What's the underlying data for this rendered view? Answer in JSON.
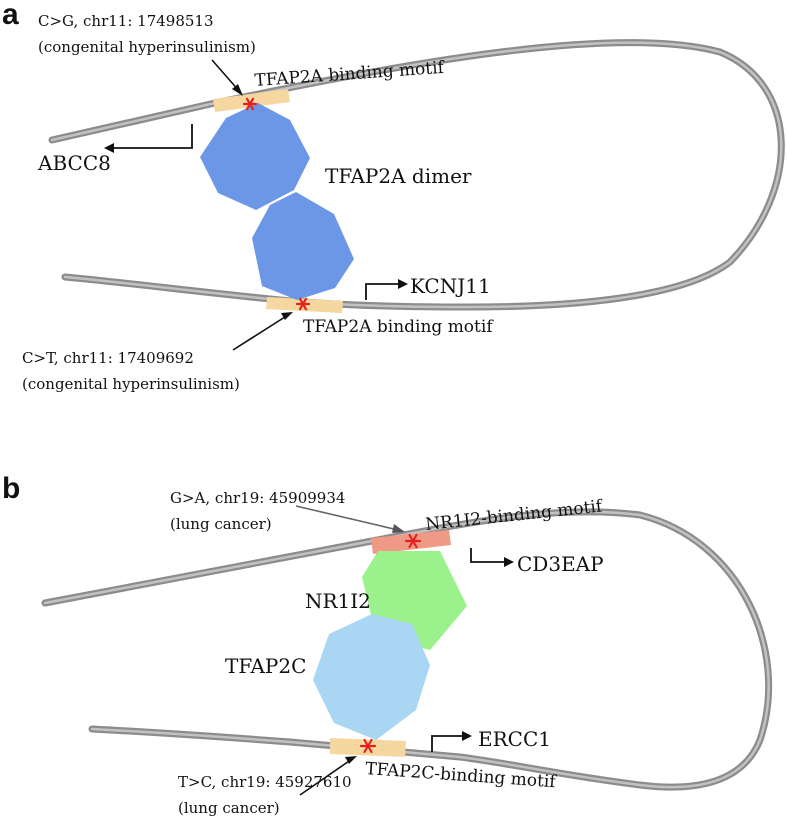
{
  "panel_a": {
    "letter": "a",
    "top_mutation": {
      "line1": "C>G, chr11: 17498513",
      "line2": "(congenital hyperinsulinism)"
    },
    "top_motif_label": "TFAP2A binding motif",
    "gene_left": "ABCC8",
    "protein_label": "TFAP2A dimer",
    "gene_right": "KCNJ11",
    "bottom_motif_label": "TFAP2A binding motif",
    "bottom_mutation": {
      "line1": "C>T, chr11: 17409692",
      "line2": "(congenital hyperinsulinism)"
    }
  },
  "panel_b": {
    "letter": "b",
    "top_mutation": {
      "line1": "G>A, chr19: 45909934",
      "line2": "(lung cancer)"
    },
    "top_motif_label": "NR1I2-binding motif",
    "gene_top": "CD3EAP",
    "protein_top": "NR1I2",
    "protein_bottom": "TFAP2C",
    "gene_bottom": "ERCC1",
    "bottom_motif_label": "TFAP2C-binding motif",
    "bottom_mutation": {
      "line1": "T>C, chr19: 45927610",
      "line2": "(lung cancer)"
    }
  },
  "colors": {
    "strand": "#8c8c8c",
    "motif_tfap2": "#f7d7a0",
    "motif_nr1i2": "#ee9a86",
    "tfap2a": "#6b97e6",
    "nr1i2": "#9bf28c",
    "tfap2c": "#a8d6f3",
    "mutation_star": "#e8201c"
  }
}
